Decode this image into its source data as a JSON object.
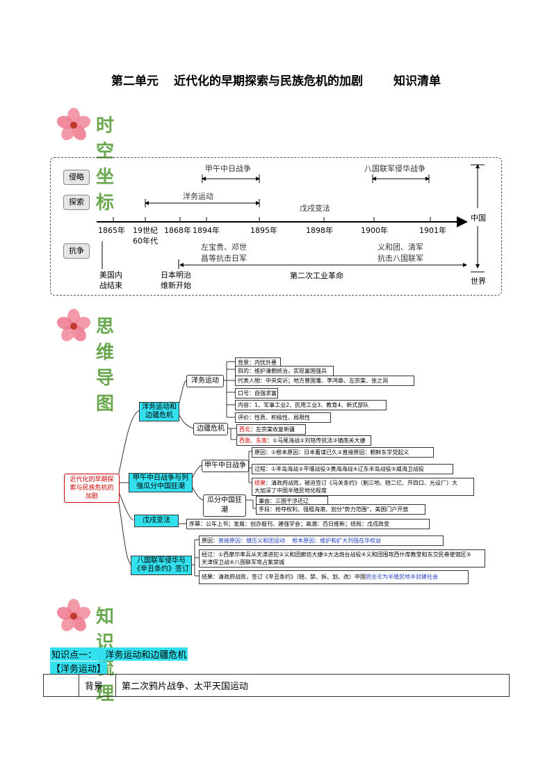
{
  "title": {
    "part1": "第二单元",
    "part2": "近代化的早期探索与民族危机的加剧",
    "part3": "知识清单"
  },
  "sections": {
    "s1": "时空坐标",
    "s2": "思维导图",
    "s3": "知识梳理"
  },
  "timeline": {
    "rows": [
      "侵略",
      "探索",
      "抗争"
    ],
    "spans": {
      "sino_japanese": "甲午中日战争",
      "eight_nation": "八国联军侵华战争",
      "self_strengthening": "洋务运动",
      "reform": "戊戌变法"
    },
    "ticks": [
      "1865年",
      "19世纪",
      "60年代",
      "1868年",
      "1894年",
      "1895年",
      "1898年",
      "1900年",
      "1901年"
    ],
    "china": "中国",
    "world": "世界",
    "resist1": [
      "左宝贵、邓世",
      "昌等抗击日军"
    ],
    "resist2": [
      "义和团、清军",
      "抗击八国联军"
    ],
    "world1": [
      "美国内",
      "战结束"
    ],
    "world2": [
      "日本明治",
      "维新开始"
    ],
    "world3": "第二次工业革命"
  },
  "mindmap": {
    "root": [
      "近代化的早期探",
      "索与民族危机的",
      "加剧"
    ],
    "b1": [
      "洋务运动和",
      "边疆危机"
    ],
    "b2": [
      "甲午中日战争与列",
      "强瓜分中国狂潮"
    ],
    "b3": "戊戌变法",
    "b4": [
      "八国联军侵华与",
      "《辛丑条约》签订"
    ],
    "n_yangwu": "洋务运动",
    "n_bianjiang": "边疆危机",
    "n_jiawu": "甲午中日战争",
    "n_guafen": "瓜分中国狂潮",
    "yw1": "背景：内忧外患",
    "yw2": "目的：维护清朝统治，实现富国强兵",
    "yw3": "代表人物：中央奕䜣；地方曾国藩、李鸿章、左宗棠、张之洞",
    "yw4": "口号：自强求富",
    "yw5": "内容：1、军事工业2、民用工业3、教育4、新式部队",
    "yw6": "评价：性质、积极性、局限性",
    "bj1a": "西北",
    "bj1b": "：左宗棠收复新疆",
    "bj2a": "西南、东南",
    "bj2b": "：①马尾海战②刘铭传抗法③镇南关大捷",
    "jw1": "原因：①根本原因：日本蓄谋已久②直接原因：朝鲜东学党起义",
    "jw2": "过程：①丰岛海战②平壤战役③黄海海战④辽东半岛战役⑤威海卫战役",
    "jw3a": "结果",
    "jw3b": "：清政府战败，被迫签订《马关条约》（割三地、赔二亿、开四口、允设厂）大",
    "jw3c": "大加深了中国半殖民地化程度",
    "gf1": "事由：三国干涉还辽",
    "gf2": "手段：抢夺权利、强租海港、划分\"势力范围\"、美国门户开放",
    "wx1": "序幕：公车上书；发展：创办报刊、建强学会；高潮：百日维新；结局：戊戌政变",
    "bg1a": "原因：",
    "bg1b": "直接原因：镇压义和团运动",
    "bg1c": "根本原因：维护和扩大列强在华权益",
    "bg2a": "经过：①西摩尔率兵从天津进犯②义和团廊坊大捷③大沽炮台战役④义和团围攻西什库教堂和东交民巷使馆区⑤",
    "bg2b": "天津保卫战⑥八国联军攻占紫禁城",
    "bg3a": "结果：清政府战败，签订《辛丑条约》（赔、禁、拆、划、改）中国",
    "bg3b": "完全沦为半殖民地半封建社会"
  },
  "knowledge": {
    "point1": "知识点一：   洋务运动和边疆危机",
    "sub1": "【洋务运动】",
    "row1_label": "背景",
    "row1_value": "第二次鸦片战争、太平天国运动"
  }
}
